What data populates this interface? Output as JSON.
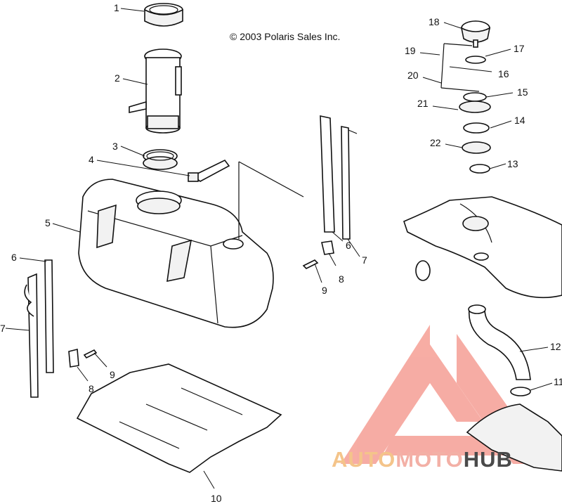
{
  "copyright": "© 2003 Polaris Sales Inc.",
  "callouts": [
    {
      "id": "c1",
      "text": "1"
    },
    {
      "id": "c2",
      "text": "2"
    },
    {
      "id": "c3",
      "text": "3"
    },
    {
      "id": "c4",
      "text": "4"
    },
    {
      "id": "c5",
      "text": "5"
    },
    {
      "id": "c6a",
      "text": "6"
    },
    {
      "id": "c6b",
      "text": "6"
    },
    {
      "id": "c7a",
      "text": "7"
    },
    {
      "id": "c7b",
      "text": "7"
    },
    {
      "id": "c8a",
      "text": "8"
    },
    {
      "id": "c8b",
      "text": "8"
    },
    {
      "id": "c9a",
      "text": "9"
    },
    {
      "id": "c9b",
      "text": "9"
    },
    {
      "id": "c10",
      "text": "10"
    },
    {
      "id": "c11",
      "text": "11"
    },
    {
      "id": "c12",
      "text": "12"
    },
    {
      "id": "c13",
      "text": "13"
    },
    {
      "id": "c14",
      "text": "14"
    },
    {
      "id": "c15",
      "text": "15"
    },
    {
      "id": "c16",
      "text": "16"
    },
    {
      "id": "c17",
      "text": "17"
    },
    {
      "id": "c18",
      "text": "18"
    },
    {
      "id": "c19",
      "text": "19"
    },
    {
      "id": "c20",
      "text": "20"
    },
    {
      "id": "c21",
      "text": "21"
    },
    {
      "id": "c22",
      "text": "22"
    }
  ],
  "watermark": {
    "word_1": "AUTO",
    "word_2": "MOTO",
    "word_3": "HUB",
    "colors": {
      "triangle": "#f06a5a",
      "auto": "#f4c48a",
      "moto": "#f3b0a6",
      "hub": "#4a4a4a"
    }
  }
}
